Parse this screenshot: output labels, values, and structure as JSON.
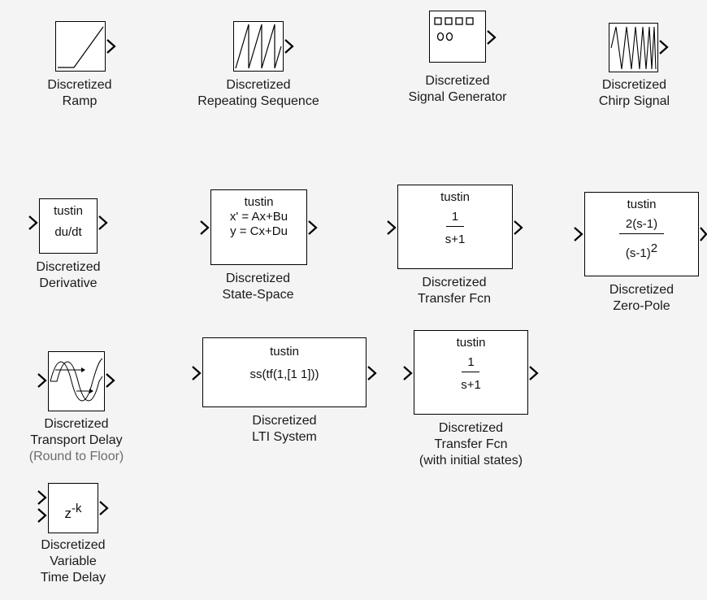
{
  "blocks": {
    "ramp": {
      "label1": "Discretized",
      "label2": "Ramp"
    },
    "repeating_sequence": {
      "label1": "Discretized",
      "label2": "Repeating Sequence"
    },
    "signal_generator": {
      "label1": "Discretized",
      "label2": "Signal Generator"
    },
    "chirp_signal": {
      "label1": "Discretized",
      "label2": "Chirp Signal"
    },
    "derivative": {
      "method": "tustin",
      "expr": "du/dt",
      "label1": "Discretized",
      "label2": "Derivative"
    },
    "state_space": {
      "method": "tustin",
      "eq1": "x' = Ax+Bu",
      "eq2": "y = Cx+Du",
      "label1": "Discretized",
      "label2": "State-Space"
    },
    "transfer_fcn": {
      "method": "tustin",
      "num": "1",
      "den": "s+1",
      "label1": "Discretized",
      "label2": "Transfer Fcn"
    },
    "zero_pole": {
      "method": "tustin",
      "num": "2(s-1)",
      "den": "(s-1)",
      "den_exp": "2",
      "label1": "Discretized",
      "label2": "Zero-Pole"
    },
    "transport_delay": {
      "label1": "Discretized",
      "label2": "Transport Delay",
      "label3": "(Round to Floor)"
    },
    "lti_system": {
      "method": "tustin",
      "expr": "ss(tf(1,[1 1]))",
      "label1": "Discretized",
      "label2": "LTI System"
    },
    "transfer_fcn_init": {
      "method": "tustin",
      "num": "1",
      "den": "s+1",
      "label1": "Discretized",
      "label2": "Transfer Fcn",
      "label3": "(with initial states)"
    },
    "variable_time_delay": {
      "base": "z",
      "exp": "-k",
      "label1": "Discretized",
      "label2": "Variable",
      "label3": "Time Delay"
    }
  }
}
